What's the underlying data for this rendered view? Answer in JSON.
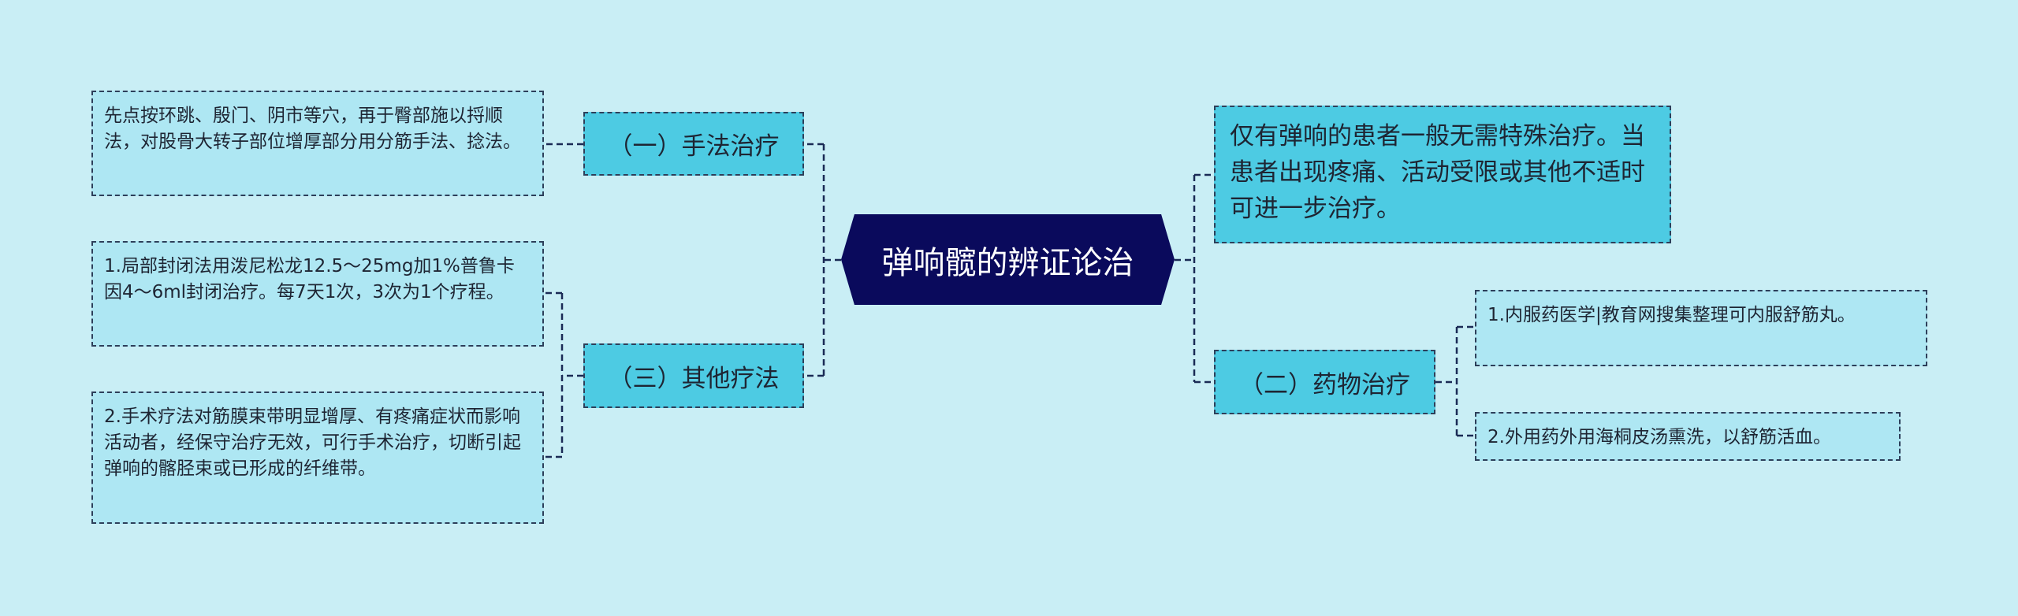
{
  "center": {
    "title": "弹响髋的辨证论治"
  },
  "left_branches": [
    {
      "label": "（一）手法治疗",
      "items": [
        "先点按环跳、殷门、阴市等穴，再于臀部施以捋顺法，对股骨大转子部位增厚部分用分筋手法、捻法。"
      ]
    },
    {
      "label": "（三）其他疗法",
      "items": [
        "1.局部封闭法用泼尼松龙12.5～25mg加1%普鲁卡因4～6ml封闭治疗。每7天1次，3次为1个疗程。",
        "2.手术疗法对筋膜束带明显增厚、有疼痛症状而影响活动者，经保守治疗无效，可行手术治疗，切断引起弹响的髂胫束或已形成的纤维带。"
      ]
    }
  ],
  "right_branches": [
    {
      "label": "仅有弹响的患者一般无需特殊治疗。当患者出现疼痛、活动受限或其他不适时可进一步治疗。",
      "items": []
    },
    {
      "label": "（二）药物治疗",
      "items": [
        "1.内服药医学|教育网搜集整理可内服舒筋丸。",
        "2.外用药外用海桐皮汤熏洗，以舒筋活血。"
      ]
    }
  ],
  "colors": {
    "background": "#c9eef5",
    "center_fill": "#0a0a5c",
    "branch_fill": "#4dcbe3",
    "leaf_fill": "#aee7f3",
    "line": "#1a2a55"
  }
}
